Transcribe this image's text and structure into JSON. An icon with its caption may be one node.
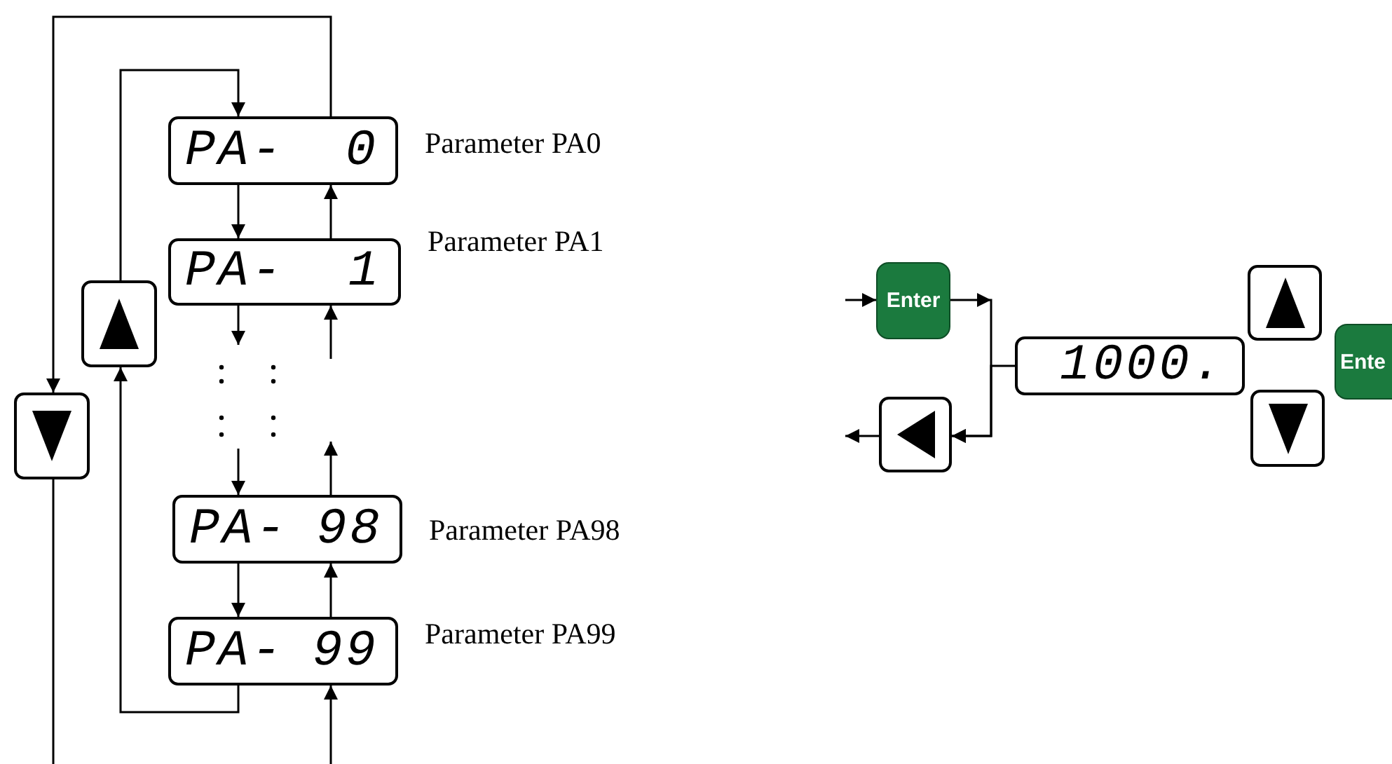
{
  "diagram": {
    "nodes": [
      {
        "text": [
          "PA-",
          "0"
        ],
        "beside": [
          "Parameter PA0"
        ]
      },
      {
        "text": [
          "PA-",
          "1"
        ],
        "beside": [
          "Parameter PA1"
        ]
      },
      {
        "text": [
          "PA-",
          "98"
        ],
        "beside": [
          "Parameter PA98"
        ]
      },
      {
        "text": [
          "PA-",
          "99"
        ],
        "beside": [
          "Parameter PA99"
        ]
      },
      {
        "text": [],
        "shape": "box"
      },
      {
        "text": [],
        "shape": "box"
      },
      {
        "text": [
          "Enter"
        ]
      },
      {
        "text": [
          "1000."
        ]
      },
      {
        "text": [],
        "shape": "box"
      },
      {
        "text": [],
        "shape": "box"
      },
      {
        "text": [],
        "shape": "box"
      },
      {
        "text": [
          "Ente"
        ]
      }
    ],
    "edges": [
      {
        "from": 0,
        "to": 1,
        "arrow": "to"
      },
      {
        "from": 1,
        "to": 0,
        "arrow": "to"
      },
      {
        "from": 1,
        "to": null,
        "arrow": "to"
      },
      {
        "from": null,
        "to": 1,
        "arrow": "to"
      },
      {
        "from": null,
        "to": 2,
        "arrow": "to"
      },
      {
        "from": 2,
        "to": null,
        "arrow": "to"
      },
      {
        "from": 2,
        "to": 3,
        "arrow": "to"
      },
      {
        "from": 3,
        "to": 2,
        "arrow": "to"
      },
      {
        "from": null,
        "to": 3,
        "arrow": "to"
      },
      {
        "from": 3,
        "to": 4,
        "arrow": "to"
      },
      {
        "from": 4,
        "to": 0,
        "arrow": "to"
      },
      {
        "from": 0,
        "to": 5,
        "arrow": "to"
      },
      {
        "from": 5,
        "to": null,
        "arrow": "none"
      },
      {
        "from": null,
        "to": 6,
        "arrow": "to"
      },
      {
        "from": 6,
        "to": 8,
        "arrow": "to"
      },
      {
        "from": 7,
        "to": 8,
        "arrow": "to"
      },
      {
        "from": 8,
        "to": null,
        "arrow": "to"
      }
    ]
  }
}
